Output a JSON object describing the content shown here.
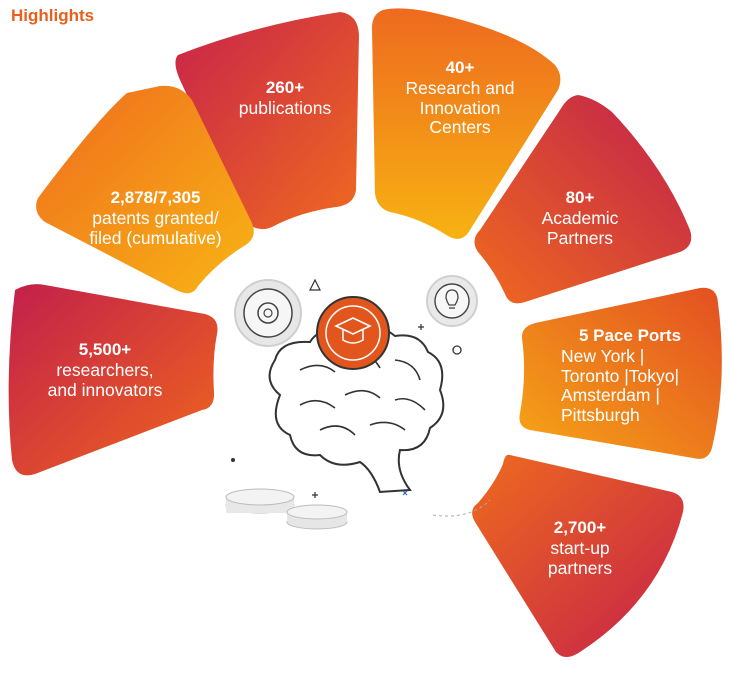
{
  "title": "Highlights",
  "colors": {
    "title": "#e8601c",
    "crimson": "#c21f4b",
    "orange": "#ef6b1d",
    "amber": "#f8b614"
  },
  "segments": [
    {
      "id": "researchers",
      "value": "5,500+",
      "text": "researchers,\nand innovators"
    },
    {
      "id": "patents",
      "value": "2,878/7,305",
      "text": "patents granted/\nfiled (cumulative)"
    },
    {
      "id": "publications",
      "value": "260+",
      "text": "publications"
    },
    {
      "id": "centers",
      "value": "40+",
      "text": "Research and\nInnovation\nCenters"
    },
    {
      "id": "academic",
      "value": "80+",
      "text": "Academic\nPartners"
    },
    {
      "id": "paceports",
      "value": "5 Pace Ports",
      "text": "New York |\nToronto |Tokyo|\nAmsterdam |\nPittsburgh"
    },
    {
      "id": "startups",
      "value": "2,700+",
      "text": "start-up\npartners"
    }
  ],
  "center_icons": [
    "gear-icon",
    "lightbulb-icon",
    "graduation-cap-icon",
    "brain-icon",
    "coins-icon"
  ]
}
